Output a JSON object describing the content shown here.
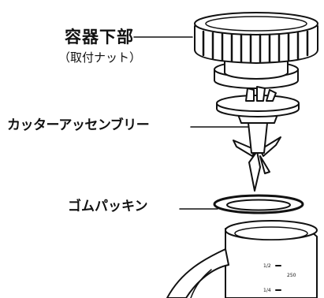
{
  "labels": {
    "container_base": "容器下部",
    "container_base_sub": "（取付ナット）",
    "cutter_assembly": "カッターアッセンブリー",
    "rubber_gasket": "ゴムパッキン"
  },
  "jar_marks": {
    "mark_a": "1/2",
    "mark_b": "250",
    "mark_c": "1/4"
  },
  "colors": {
    "stroke": "#111111",
    "fill": "#ffffff"
  }
}
